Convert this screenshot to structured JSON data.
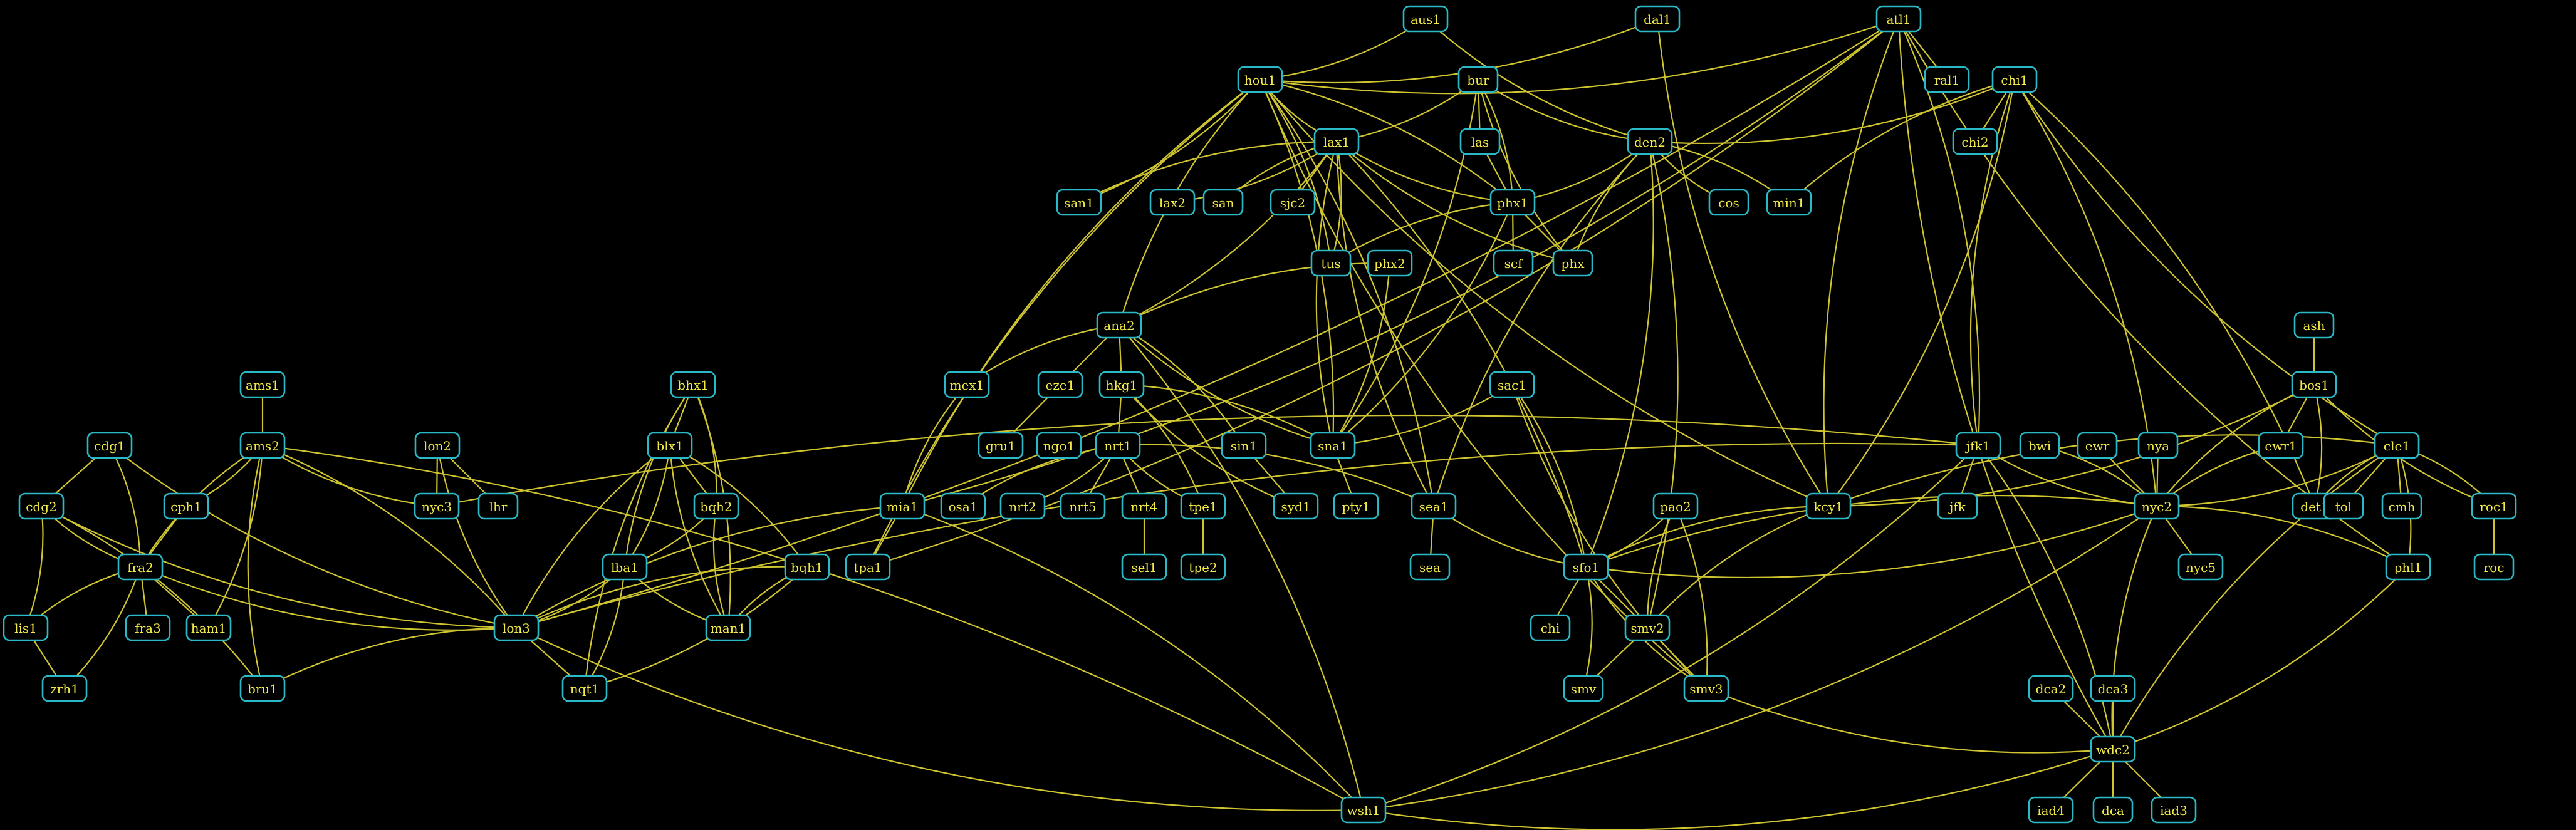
{
  "diagram": {
    "type": "network-topology",
    "colors": {
      "background": "#000000",
      "edge": "#cfc530",
      "node_border": "#2ab9c6",
      "label": "#f2ea46"
    },
    "nodes": [
      {
        "id": "aus1",
        "label": "aus1"
      },
      {
        "id": "dal1",
        "label": "dal1"
      },
      {
        "id": "atl1",
        "label": "atl1"
      },
      {
        "id": "hou1",
        "label": "hou1"
      },
      {
        "id": "bur",
        "label": "bur"
      },
      {
        "id": "chi1",
        "label": "chi1"
      },
      {
        "id": "ral1",
        "label": "ral1"
      },
      {
        "id": "lax1",
        "label": "lax1"
      },
      {
        "id": "las",
        "label": "las"
      },
      {
        "id": "den2",
        "label": "den2"
      },
      {
        "id": "chi2",
        "label": "chi2"
      },
      {
        "id": "san1",
        "label": "san1"
      },
      {
        "id": "lax2",
        "label": "lax2"
      },
      {
        "id": "san",
        "label": "san"
      },
      {
        "id": "sjc2",
        "label": "sjc2"
      },
      {
        "id": "phx1",
        "label": "phx1"
      },
      {
        "id": "cos",
        "label": "cos"
      },
      {
        "id": "min1",
        "label": "min1"
      },
      {
        "id": "tus",
        "label": "tus"
      },
      {
        "id": "scf",
        "label": "scf"
      },
      {
        "id": "phx",
        "label": "phx"
      },
      {
        "id": "phx2",
        "label": "phx2"
      },
      {
        "id": "ana2",
        "label": "ana2"
      },
      {
        "id": "ash",
        "label": "ash"
      },
      {
        "id": "ams1",
        "label": "ams1"
      },
      {
        "id": "bhx1",
        "label": "bhx1"
      },
      {
        "id": "mex1",
        "label": "mex1"
      },
      {
        "id": "eze1",
        "label": "eze1"
      },
      {
        "id": "hkg1",
        "label": "hkg1"
      },
      {
        "id": "sac1",
        "label": "sac1"
      },
      {
        "id": "bos1",
        "label": "bos1"
      },
      {
        "id": "cdg1",
        "label": "cdg1"
      },
      {
        "id": "ams2",
        "label": "ams2"
      },
      {
        "id": "lon2",
        "label": "lon2"
      },
      {
        "id": "blx1",
        "label": "blx1"
      },
      {
        "id": "gru1",
        "label": "gru1"
      },
      {
        "id": "ngo1",
        "label": "ngo1"
      },
      {
        "id": "nrt1",
        "label": "nrt1"
      },
      {
        "id": "sin1",
        "label": "sin1"
      },
      {
        "id": "sna1",
        "label": "sna1"
      },
      {
        "id": "jfk1",
        "label": "jfk1"
      },
      {
        "id": "bwi",
        "label": "bwi"
      },
      {
        "id": "ewr",
        "label": "ewr"
      },
      {
        "id": "nya",
        "label": "nya"
      },
      {
        "id": "ewr1",
        "label": "ewr1"
      },
      {
        "id": "cle1",
        "label": "cle1"
      },
      {
        "id": "cdg2",
        "label": "cdg2"
      },
      {
        "id": "cph1",
        "label": "cph1"
      },
      {
        "id": "nyc3",
        "label": "nyc3"
      },
      {
        "id": "lhr",
        "label": "lhr"
      },
      {
        "id": "bqh2",
        "label": "bqh2"
      },
      {
        "id": "mia1",
        "label": "mia1"
      },
      {
        "id": "osa1",
        "label": "osa1"
      },
      {
        "id": "nrt2",
        "label": "nrt2"
      },
      {
        "id": "nrt5",
        "label": "nrt5"
      },
      {
        "id": "nrt4",
        "label": "nrt4"
      },
      {
        "id": "tpe1",
        "label": "tpe1"
      },
      {
        "id": "syd1",
        "label": "syd1"
      },
      {
        "id": "pty1",
        "label": "pty1"
      },
      {
        "id": "sea1",
        "label": "sea1"
      },
      {
        "id": "pao2",
        "label": "pao2"
      },
      {
        "id": "kcy1",
        "label": "kcy1"
      },
      {
        "id": "jfk",
        "label": "jfk"
      },
      {
        "id": "nyc2",
        "label": "nyc2"
      },
      {
        "id": "det1",
        "label": "det1"
      },
      {
        "id": "tol",
        "label": "tol"
      },
      {
        "id": "cmh",
        "label": "cmh"
      },
      {
        "id": "roc1",
        "label": "roc1"
      },
      {
        "id": "fra2",
        "label": "fra2"
      },
      {
        "id": "lba1",
        "label": "lba1"
      },
      {
        "id": "bqh1",
        "label": "bqh1"
      },
      {
        "id": "tpa1",
        "label": "tpa1"
      },
      {
        "id": "sel1",
        "label": "sel1"
      },
      {
        "id": "tpe2",
        "label": "tpe2"
      },
      {
        "id": "sea",
        "label": "sea"
      },
      {
        "id": "sfo1",
        "label": "sfo1"
      },
      {
        "id": "nyc5",
        "label": "nyc5"
      },
      {
        "id": "phl1",
        "label": "phl1"
      },
      {
        "id": "roc",
        "label": "roc"
      },
      {
        "id": "lis1",
        "label": "lis1"
      },
      {
        "id": "fra3",
        "label": "fra3"
      },
      {
        "id": "ham1",
        "label": "ham1"
      },
      {
        "id": "lon3",
        "label": "lon3"
      },
      {
        "id": "man1",
        "label": "man1"
      },
      {
        "id": "chi",
        "label": "chi"
      },
      {
        "id": "smv2",
        "label": "smv2"
      },
      {
        "id": "zrh1",
        "label": "zrh1"
      },
      {
        "id": "bru1",
        "label": "bru1"
      },
      {
        "id": "nqt1",
        "label": "nqt1"
      },
      {
        "id": "smv",
        "label": "smv"
      },
      {
        "id": "smv3",
        "label": "smv3"
      },
      {
        "id": "dca2",
        "label": "dca2"
      },
      {
        "id": "dca3",
        "label": "dca3"
      },
      {
        "id": "wdc2",
        "label": "wdc2"
      },
      {
        "id": "iad4",
        "label": "iad4"
      },
      {
        "id": "dca",
        "label": "dca"
      },
      {
        "id": "iad3",
        "label": "iad3"
      },
      {
        "id": "wsh1",
        "label": "wsh1"
      }
    ],
    "edges": [
      [
        "aus1",
        "hou1"
      ],
      [
        "aus1",
        "den2"
      ],
      [
        "dal1",
        "hou1"
      ],
      [
        "dal1",
        "kcy1"
      ],
      [
        "atl1",
        "hou1"
      ],
      [
        "atl1",
        "ral1"
      ],
      [
        "atl1",
        "mia1"
      ],
      [
        "atl1",
        "kcy1"
      ],
      [
        "atl1",
        "jfk1"
      ],
      [
        "atl1",
        "wdc2"
      ],
      [
        "atl1",
        "lon3"
      ],
      [
        "atl1",
        "phl1"
      ],
      [
        "atl1",
        "tpa1"
      ],
      [
        "hou1",
        "lax1"
      ],
      [
        "hou1",
        "san1"
      ],
      [
        "hou1",
        "ana2"
      ],
      [
        "hou1",
        "tus"
      ],
      [
        "hou1",
        "mia1"
      ],
      [
        "hou1",
        "sna1"
      ],
      [
        "hou1",
        "kcy1"
      ],
      [
        "hou1",
        "phx1"
      ],
      [
        "hou1",
        "tpa1"
      ],
      [
        "hou1",
        "sea1"
      ],
      [
        "hou1",
        "smv3"
      ],
      [
        "bur",
        "lax1"
      ],
      [
        "bur",
        "las"
      ],
      [
        "bur",
        "phx1"
      ],
      [
        "bur",
        "phx"
      ],
      [
        "bur",
        "sna1"
      ],
      [
        "bur",
        "den2"
      ],
      [
        "las",
        "phx1"
      ],
      [
        "lax1",
        "san1"
      ],
      [
        "lax1",
        "lax2"
      ],
      [
        "lax1",
        "san"
      ],
      [
        "lax1",
        "sjc2"
      ],
      [
        "lax1",
        "phx1"
      ],
      [
        "lax1",
        "tus"
      ],
      [
        "lax1",
        "sna1"
      ],
      [
        "lax1",
        "ana2"
      ],
      [
        "lax1",
        "sea1"
      ],
      [
        "lax1",
        "sfo1"
      ],
      [
        "lax1",
        "phx"
      ],
      [
        "den2",
        "phx1"
      ],
      [
        "den2",
        "cos"
      ],
      [
        "den2",
        "min1"
      ],
      [
        "den2",
        "phx"
      ],
      [
        "den2",
        "sfo1"
      ],
      [
        "den2",
        "sea1"
      ],
      [
        "den2",
        "smv2"
      ],
      [
        "chi1",
        "chi2"
      ],
      [
        "chi1",
        "den2"
      ],
      [
        "chi1",
        "min1"
      ],
      [
        "chi1",
        "kcy1"
      ],
      [
        "chi1",
        "jfk1"
      ],
      [
        "chi1",
        "nyc2"
      ],
      [
        "chi1",
        "cle1"
      ],
      [
        "chi1",
        "det1"
      ],
      [
        "phx1",
        "tus"
      ],
      [
        "phx1",
        "scf"
      ],
      [
        "phx1",
        "phx"
      ],
      [
        "phx1",
        "sna1"
      ],
      [
        "phx2",
        "ana2"
      ],
      [
        "phx2",
        "sna1"
      ],
      [
        "ana2",
        "mex1"
      ],
      [
        "ana2",
        "eze1"
      ],
      [
        "ana2",
        "hkg1"
      ],
      [
        "ana2",
        "sin1"
      ],
      [
        "ana2",
        "sna1"
      ],
      [
        "ana2",
        "wsh1"
      ],
      [
        "mex1",
        "mia1"
      ],
      [
        "eze1",
        "gru1"
      ],
      [
        "hkg1",
        "nrt1"
      ],
      [
        "hkg1",
        "sna1"
      ],
      [
        "hkg1",
        "syd1"
      ],
      [
        "hkg1",
        "tpe1"
      ],
      [
        "nrt1",
        "osa1"
      ],
      [
        "nrt1",
        "nrt2"
      ],
      [
        "nrt1",
        "nrt5"
      ],
      [
        "nrt1",
        "nrt4"
      ],
      [
        "nrt1",
        "tpe1"
      ],
      [
        "nrt1",
        "sea1"
      ],
      [
        "nrt4",
        "sel1"
      ],
      [
        "tpe1",
        "tpe2"
      ],
      [
        "sin1",
        "syd1"
      ],
      [
        "sna1",
        "pty1"
      ],
      [
        "sna1",
        "sac1"
      ],
      [
        "sac1",
        "sfo1"
      ],
      [
        "sac1",
        "smv3"
      ],
      [
        "sea1",
        "sea"
      ],
      [
        "sea1",
        "sfo1"
      ],
      [
        "pao2",
        "sfo1"
      ],
      [
        "pao2",
        "smv2"
      ],
      [
        "pao2",
        "smv3"
      ],
      [
        "sfo1",
        "chi"
      ],
      [
        "sfo1",
        "smv2"
      ],
      [
        "sfo1",
        "smv3"
      ],
      [
        "sfo1",
        "kcy1"
      ],
      [
        "sfo1",
        "nyc2"
      ],
      [
        "sfo1",
        "smv"
      ],
      [
        "smv2",
        "smv"
      ],
      [
        "smv2",
        "smv3"
      ],
      [
        "kcy1",
        "smv2"
      ],
      [
        "jfk1",
        "jfk"
      ],
      [
        "jfk1",
        "nyc2"
      ],
      [
        "jfk1",
        "wdc2"
      ],
      [
        "jfk1",
        "lon3"
      ],
      [
        "jfk1",
        "wsh1"
      ],
      [
        "jfk1",
        "nyc3"
      ],
      [
        "bwi",
        "nyc2"
      ],
      [
        "ewr",
        "nyc2"
      ],
      [
        "nya",
        "nyc2"
      ],
      [
        "ash",
        "bos1"
      ],
      [
        "bos1",
        "ewr1"
      ],
      [
        "bos1",
        "nyc2"
      ],
      [
        "bos1",
        "kcy1"
      ],
      [
        "bos1",
        "roc1"
      ],
      [
        "bos1",
        "det1"
      ],
      [
        "ewr1",
        "nyc2"
      ],
      [
        "cle1",
        "nyc2"
      ],
      [
        "cle1",
        "det1"
      ],
      [
        "cle1",
        "tol"
      ],
      [
        "cle1",
        "cmh"
      ],
      [
        "cle1",
        "roc1"
      ],
      [
        "cle1",
        "wdc2"
      ],
      [
        "cle1",
        "phl1"
      ],
      [
        "cle1",
        "kcy1"
      ],
      [
        "roc1",
        "roc"
      ],
      [
        "nyc2",
        "nyc5"
      ],
      [
        "nyc2",
        "phl1"
      ],
      [
        "nyc2",
        "wdc2"
      ],
      [
        "nyc2",
        "wsh1"
      ],
      [
        "nyc2",
        "sfo1"
      ],
      [
        "phl1",
        "wdc2"
      ],
      [
        "dca2",
        "wdc2"
      ],
      [
        "dca3",
        "wdc2"
      ],
      [
        "wdc2",
        "iad4"
      ],
      [
        "wdc2",
        "dca"
      ],
      [
        "wdc2",
        "iad3"
      ],
      [
        "wdc2",
        "wsh1"
      ],
      [
        "smv3",
        "wdc2"
      ],
      [
        "wsh1",
        "lon3"
      ],
      [
        "mia1",
        "tpa1"
      ],
      [
        "mia1",
        "wsh1"
      ],
      [
        "ams1",
        "ams2"
      ],
      [
        "ams2",
        "cph1"
      ],
      [
        "ams2",
        "fra2"
      ],
      [
        "ams2",
        "ham1"
      ],
      [
        "ams2",
        "bru1"
      ],
      [
        "ams2",
        "lon3"
      ],
      [
        "ams2",
        "nyc3"
      ],
      [
        "ams2",
        "wsh1"
      ],
      [
        "cdg1",
        "cdg2"
      ],
      [
        "cdg1",
        "fra2"
      ],
      [
        "cdg1",
        "lon3"
      ],
      [
        "cdg2",
        "lis1"
      ],
      [
        "cdg2",
        "fra2"
      ],
      [
        "cdg2",
        "bru1"
      ],
      [
        "cdg2",
        "lon3"
      ],
      [
        "cph1",
        "fra2"
      ],
      [
        "fra2",
        "lis1"
      ],
      [
        "fra2",
        "zrh1"
      ],
      [
        "fra2",
        "fra3"
      ],
      [
        "fra2",
        "ham1"
      ],
      [
        "fra2",
        "lon3"
      ],
      [
        "lis1",
        "zrh1"
      ],
      [
        "lon2",
        "nyc3"
      ],
      [
        "lon2",
        "lhr"
      ],
      [
        "lon2",
        "lon3"
      ],
      [
        "blx1",
        "bhx1"
      ],
      [
        "blx1",
        "bqh2"
      ],
      [
        "blx1",
        "lba1"
      ],
      [
        "blx1",
        "man1"
      ],
      [
        "blx1",
        "bqh1"
      ],
      [
        "blx1",
        "lon3"
      ],
      [
        "bhx1",
        "bqh2"
      ],
      [
        "bhx1",
        "lba1"
      ],
      [
        "bhx1",
        "man1"
      ],
      [
        "bhx1",
        "nqt1"
      ],
      [
        "bqh2",
        "lba1"
      ],
      [
        "bqh2",
        "man1"
      ],
      [
        "lba1",
        "lon3"
      ],
      [
        "lba1",
        "man1"
      ],
      [
        "lba1",
        "nqt1"
      ],
      [
        "bqh1",
        "lon3"
      ],
      [
        "bqh1",
        "nqt1"
      ],
      [
        "bqh1",
        "man1"
      ],
      [
        "lon3",
        "nqt1"
      ],
      [
        "lon3",
        "bru1"
      ],
      [
        "lon3",
        "mia1"
      ]
    ]
  }
}
